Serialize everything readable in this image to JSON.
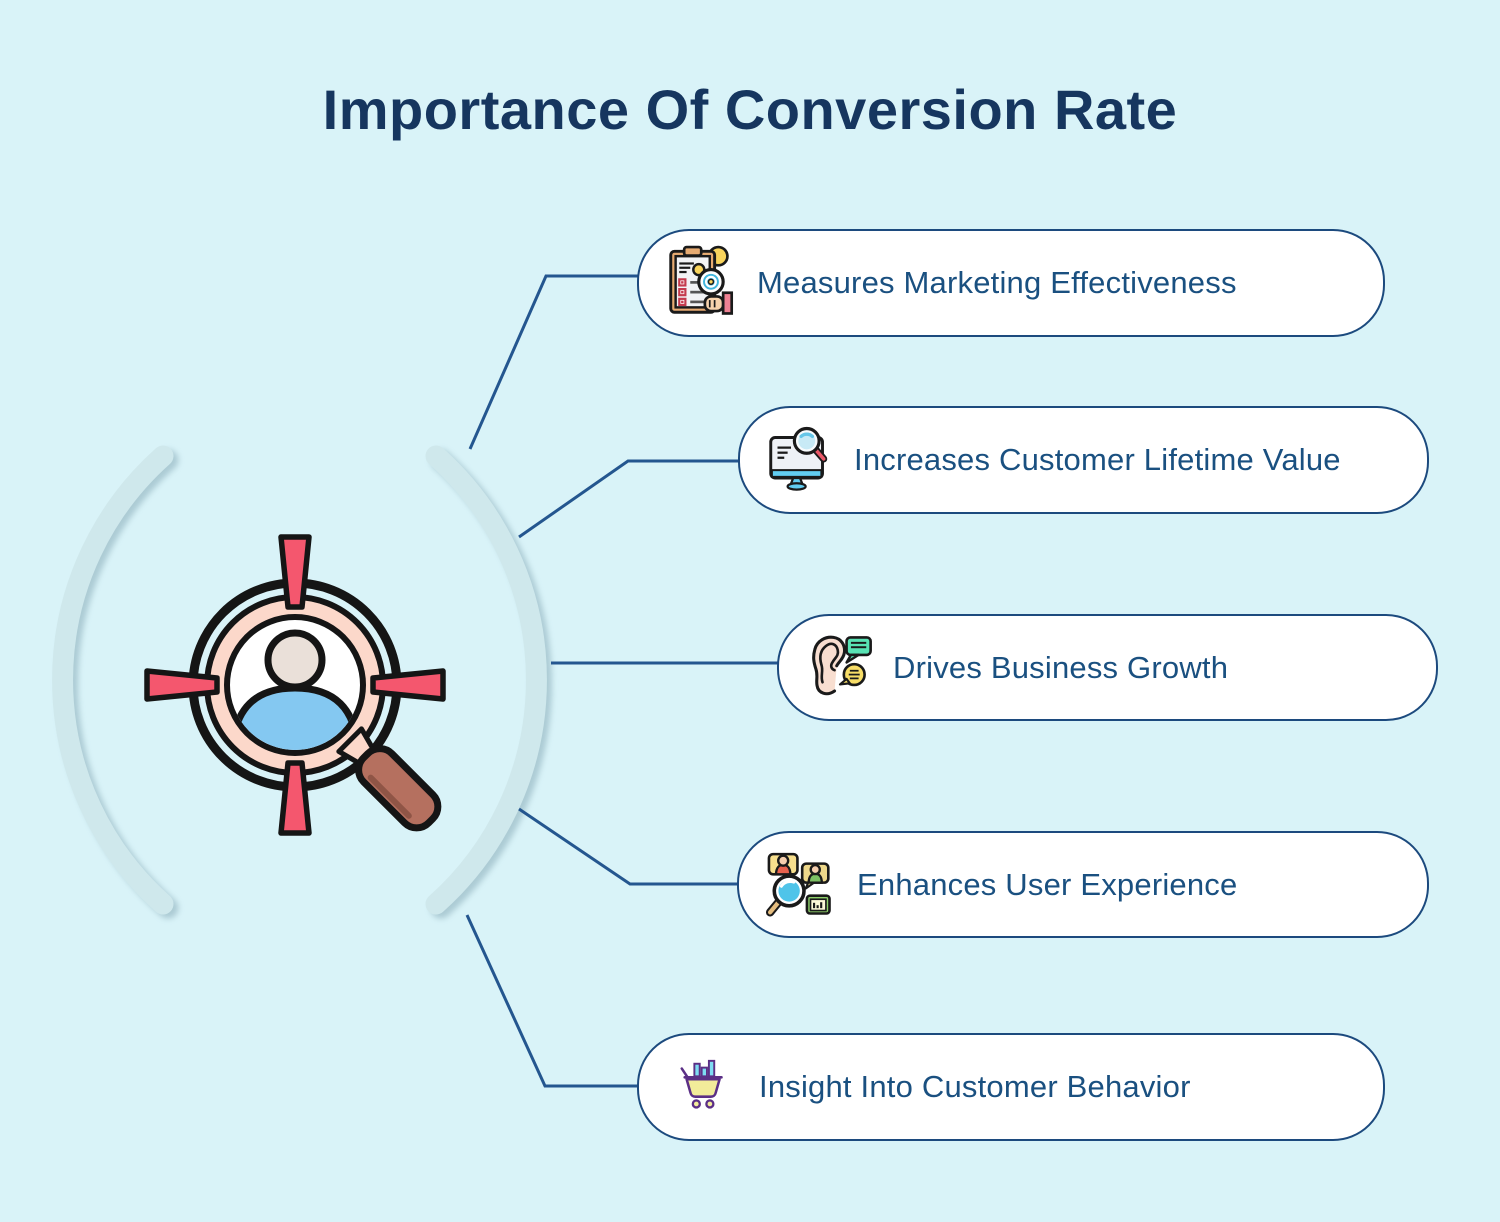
{
  "title": "Importance Of Conversion Rate",
  "items": [
    {
      "label": "Measures Marketing Effectiveness",
      "icon": "clipboard-checklist-magnifier-icon"
    },
    {
      "label": "Increases Customer Lifetime Value",
      "icon": "monitor-magnifier-icon"
    },
    {
      "label": "Drives Business Growth",
      "icon": "ear-speech-bubbles-icon"
    },
    {
      "label": "Enhances User Experience",
      "icon": "user-profiles-magnifier-icon"
    },
    {
      "label": "Insight Into Customer Behavior",
      "icon": "shopping-cart-chart-icon"
    }
  ],
  "center": {
    "icon": "target-customer-magnifier-icon"
  },
  "colors": {
    "background": "#d9f3f8",
    "title_text": "#16365f",
    "label_text": "#1a5080",
    "card_border": "#1c4a7e",
    "card_fill": "#ffffff",
    "connector": "#24568f",
    "arc": "#cfe8ec",
    "crosshair_red": "#f4576e",
    "person_body_blue": "#84c8f1",
    "magnifier_handle_brown": "#b5705f"
  }
}
